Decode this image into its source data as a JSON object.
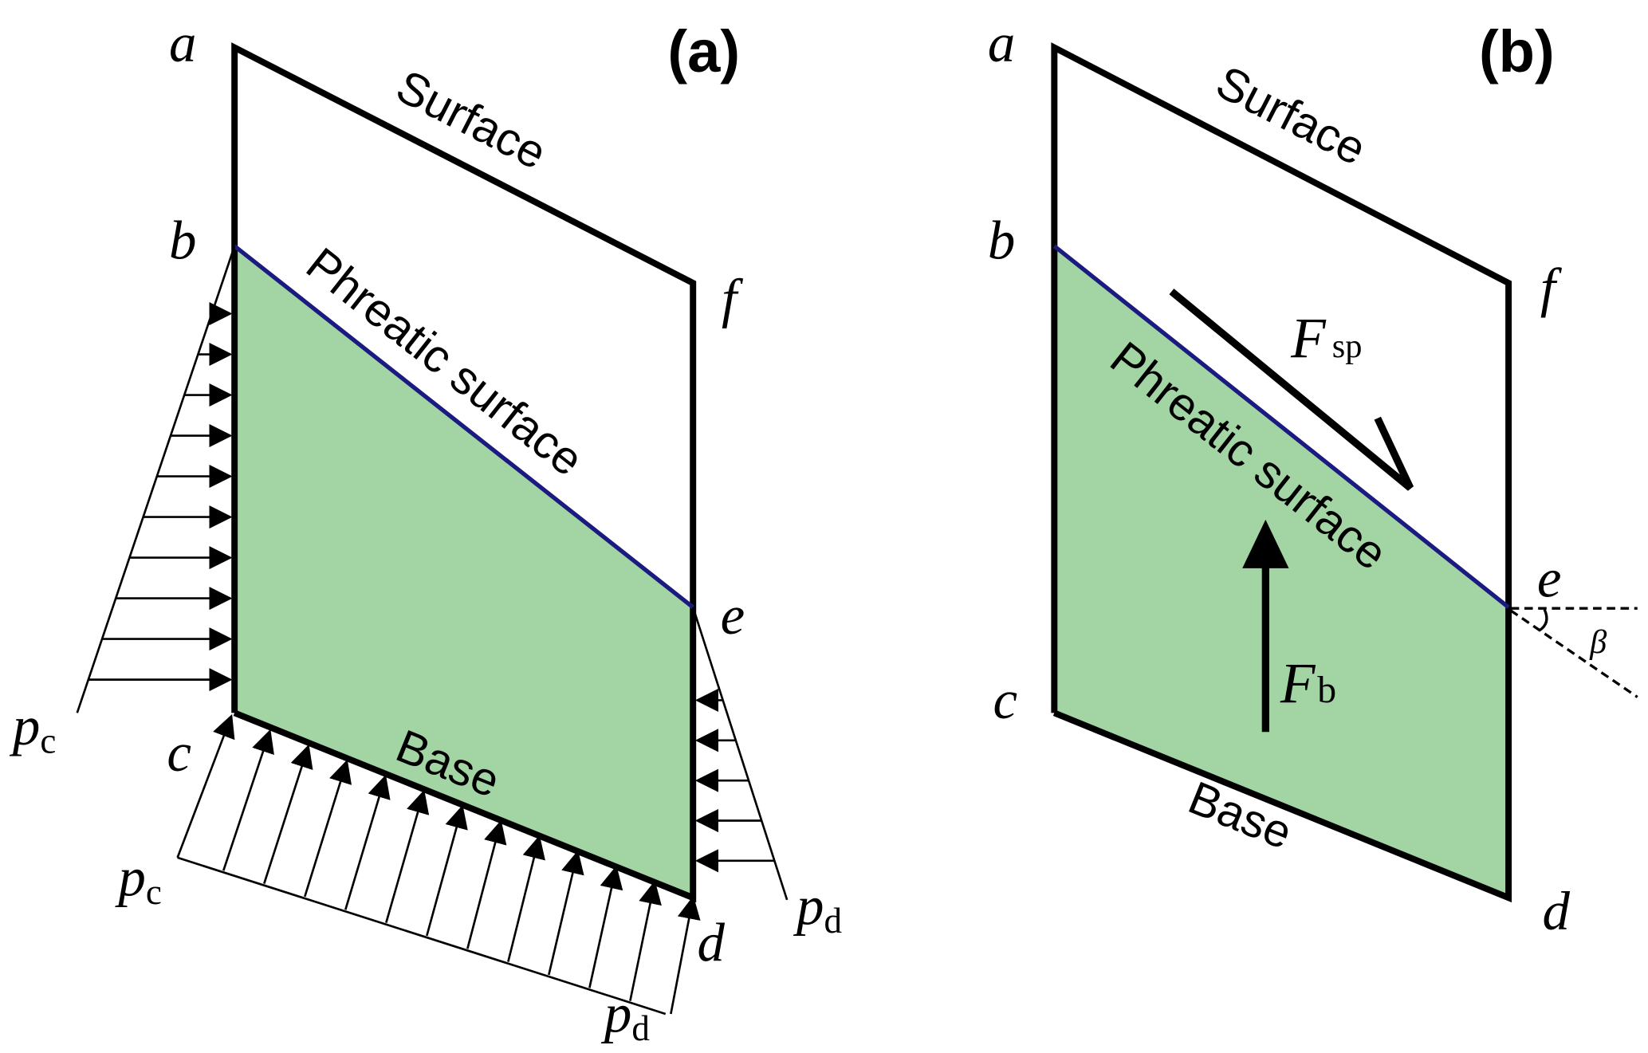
{
  "panel_a": {
    "label": "(a)",
    "points": {
      "a": "a",
      "b": "b",
      "c": "c",
      "d": "d",
      "e": "e",
      "f": "f"
    },
    "surface_label": "Surface",
    "phreatic_label": "Phreatic surface",
    "base_label": "Base",
    "pressures": {
      "left_bottom": {
        "main": "p",
        "sub": "c"
      },
      "base_left": {
        "main": "p",
        "sub": "c"
      },
      "base_right": {
        "main": "p",
        "sub": "d"
      },
      "right_bottom": {
        "main": "p",
        "sub": "d"
      }
    }
  },
  "panel_b": {
    "label": "(b)",
    "points": {
      "a": "a",
      "b": "b",
      "c": "c",
      "d": "d",
      "e": "e",
      "f": "f"
    },
    "surface_label": "Surface",
    "phreatic_label": "Phreatic surface",
    "base_label": "Base",
    "forces": {
      "seepage": {
        "main": "F",
        "sub": "sp"
      },
      "buoyancy": {
        "main": "F",
        "sub": "b"
      }
    },
    "angle_label": "β"
  },
  "colors": {
    "saturated_fill": "#a3d4a4",
    "phreatic_line": "#1a1a80",
    "outline": "#000000"
  }
}
